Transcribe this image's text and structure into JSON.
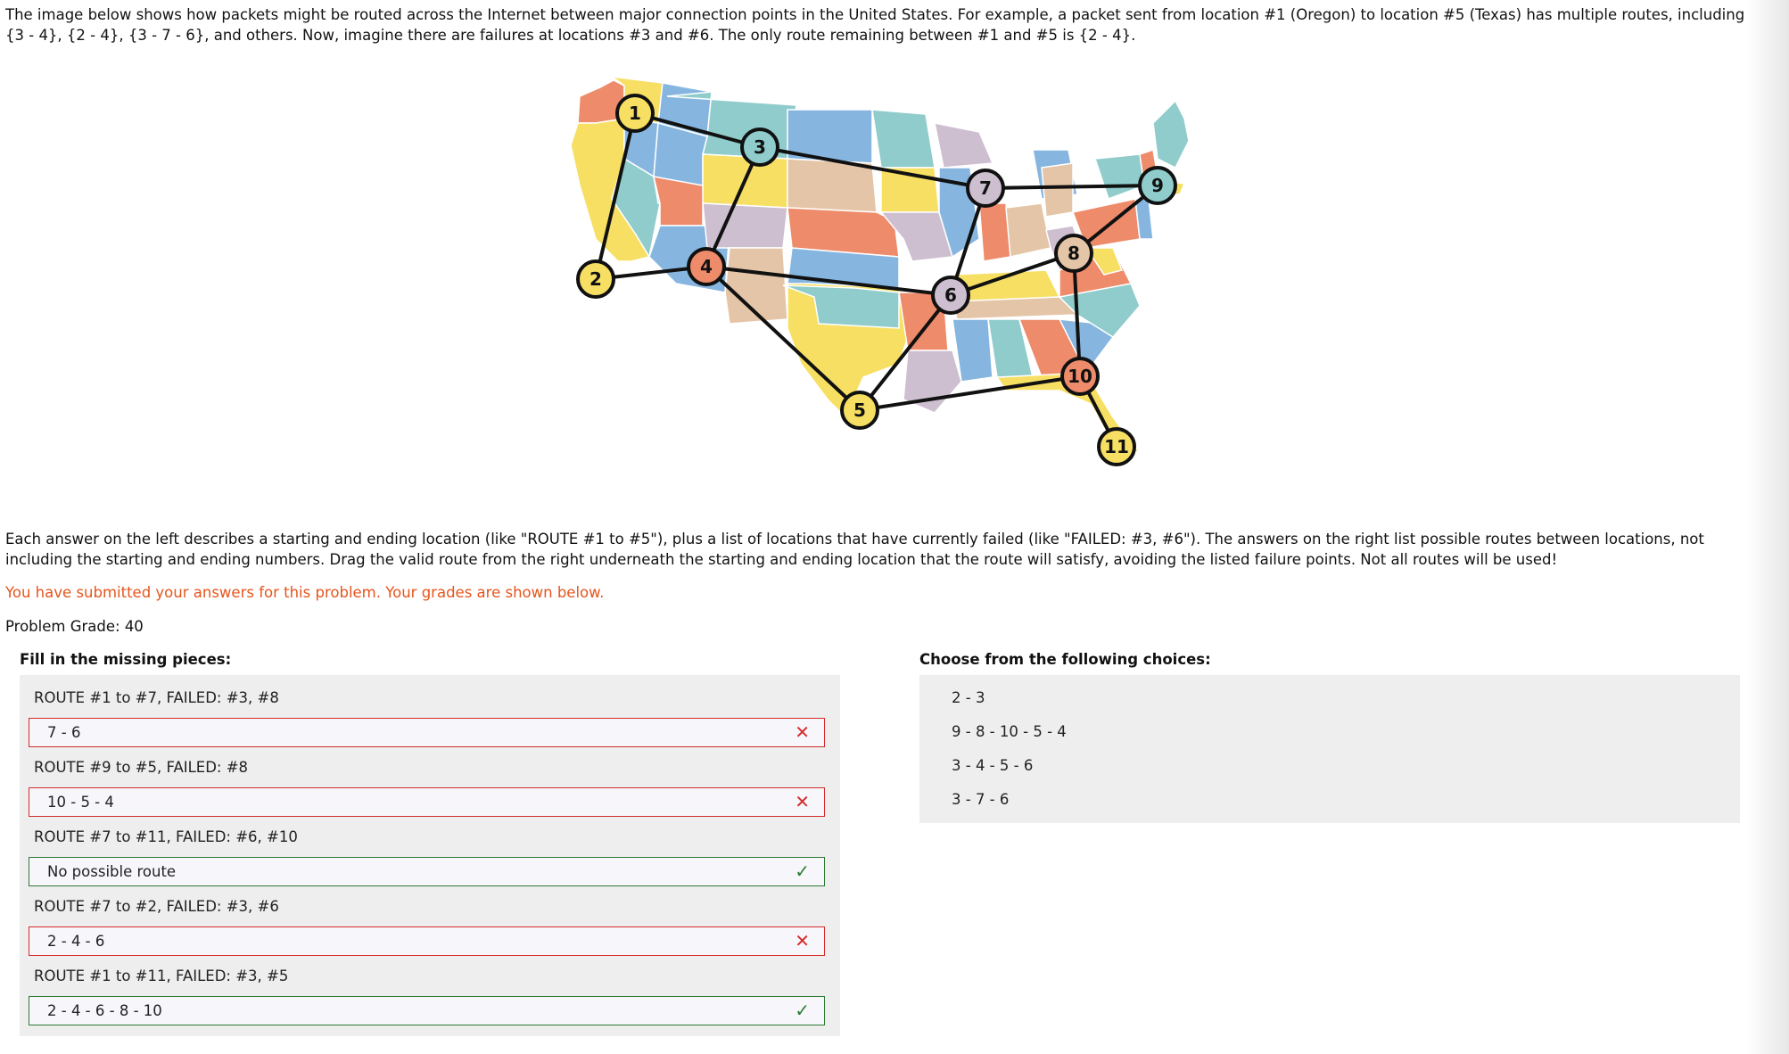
{
  "intro_text": "The image below shows how packets might be routed across the Internet between major connection points in the United States. For example, a packet sent from location #1 (Oregon) to location #5 (Texas) has multiple routes, including {3 - 4}, {2 - 4}, {3 - 7 - 6}, and others. Now, imagine there are failures at locations #3 and #6. The only route remaining between #1 and #5 is {2 - 4}.",
  "map": {
    "nodes": [
      {
        "label": "1",
        "color": "#f7df63"
      },
      {
        "label": "2",
        "color": "#f7df63"
      },
      {
        "label": "3",
        "color": "#8fcccb"
      },
      {
        "label": "4",
        "color": "#ee8b6a"
      },
      {
        "label": "5",
        "color": "#f7df63"
      },
      {
        "label": "6",
        "color": "#cdbfd0"
      },
      {
        "label": "7",
        "color": "#cdbfd0"
      },
      {
        "label": "8",
        "color": "#e5c5a7"
      },
      {
        "label": "9",
        "color": "#8fcccb"
      },
      {
        "label": "10",
        "color": "#ee8b6a"
      },
      {
        "label": "11",
        "color": "#f7df63"
      }
    ],
    "edges": [
      [
        "1",
        "3"
      ],
      [
        "1",
        "2"
      ],
      [
        "2",
        "4"
      ],
      [
        "3",
        "4"
      ],
      [
        "3",
        "7"
      ],
      [
        "4",
        "6"
      ],
      [
        "4",
        "5"
      ],
      [
        "5",
        "6"
      ],
      [
        "5",
        "10"
      ],
      [
        "6",
        "7"
      ],
      [
        "6",
        "8"
      ],
      [
        "7",
        "9"
      ],
      [
        "8",
        "9"
      ],
      [
        "8",
        "10"
      ],
      [
        "10",
        "11"
      ]
    ]
  },
  "instructions_text": "Each answer on the left describes a starting and ending location (like \"ROUTE #1 to #5\"), plus a list of locations that have currently failed (like \"FAILED: #3, #6\"). The answers on the right list possible routes between locations, not including the starting and ending numbers. Drag the valid route from the right underneath the starting and ending location that the route will satisfy, avoiding the listed failure points. Not all routes will be used!",
  "submitted_text": "You have submitted your answers for this problem. Your grades are shown below.",
  "grade_text": "Problem Grade: 40",
  "left_heading": "Fill in the missing pieces:",
  "right_heading": "Choose from the following choices:",
  "questions": [
    {
      "label": "ROUTE #1 to #7, FAILED: #3, #8",
      "answer": "7 - 6",
      "result": "wrong",
      "mark": "✕"
    },
    {
      "label": "ROUTE #9 to #5, FAILED: #8",
      "answer": "10 - 5 - 4",
      "result": "wrong",
      "mark": "✕"
    },
    {
      "label": "ROUTE #7 to #11, FAILED: #6, #10",
      "answer": "No possible route",
      "result": "right",
      "mark": "✓"
    },
    {
      "label": "ROUTE #7 to #2, FAILED: #3, #6",
      "answer": "2 - 4 - 6",
      "result": "wrong",
      "mark": "✕"
    },
    {
      "label": "ROUTE #1 to #11, FAILED: #3, #5",
      "answer": "2 - 4 - 6 - 8 - 10",
      "result": "right",
      "mark": "✓"
    }
  ],
  "choices": [
    "2 - 3",
    "9 - 8 - 10 - 5 - 4",
    "3 - 4 - 5 - 6",
    "3 - 7 - 6"
  ]
}
